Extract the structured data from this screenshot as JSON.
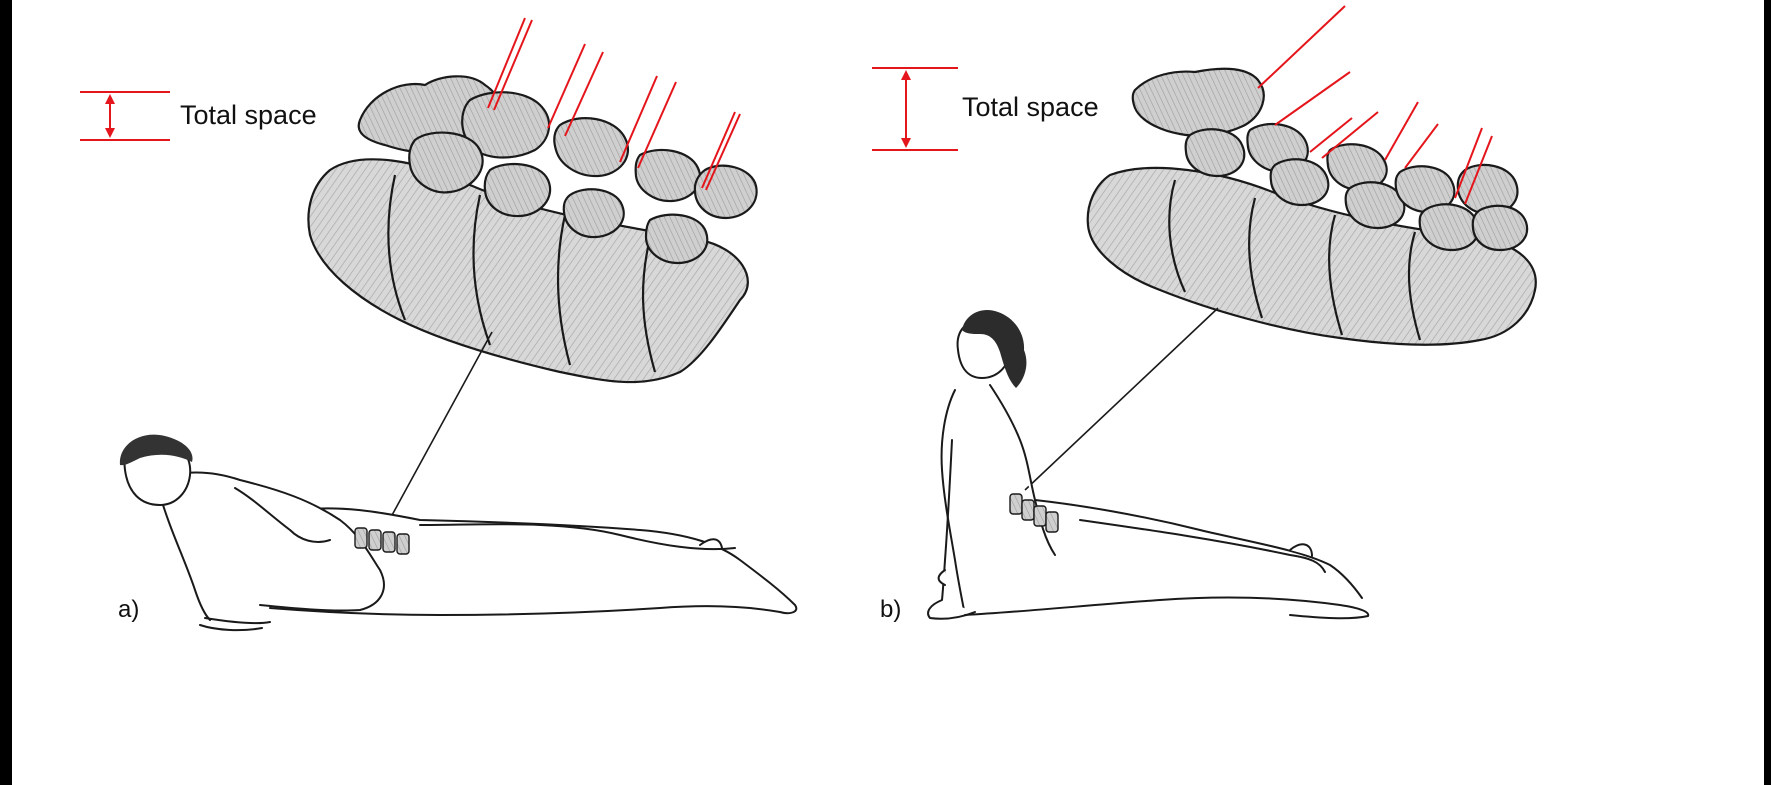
{
  "figure": {
    "panel_a": {
      "label": "a)",
      "measure_label": "Total space"
    },
    "panel_b": {
      "label": "b)",
      "measure_label": "Total space"
    }
  },
  "colors": {
    "background_frame": "#000000",
    "page": "#ffffff",
    "outline": "#1a1a1a",
    "bone_fill": "#dcdcdc",
    "bone_fill_dark": "#b9b9b9",
    "measure_red": "#e4161c"
  }
}
